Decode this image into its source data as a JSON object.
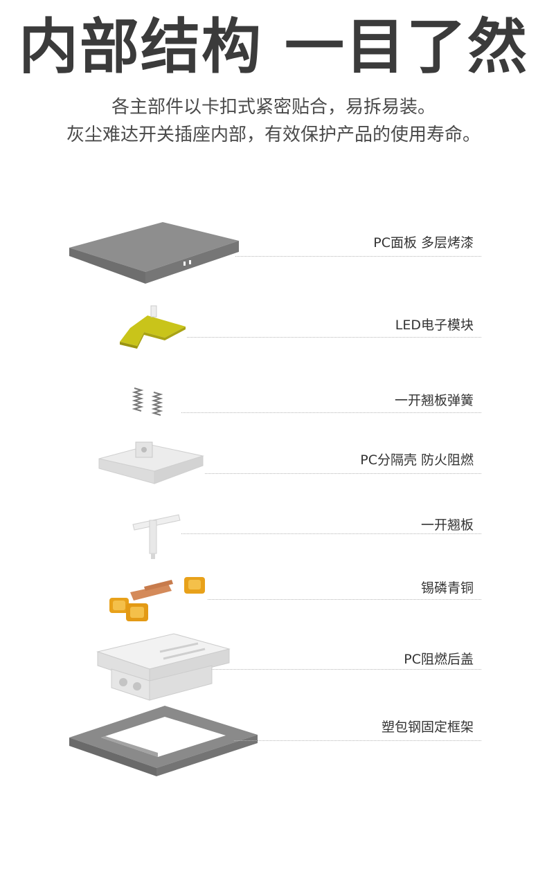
{
  "header": {
    "title": "内部结构 一目了然",
    "subtitle_line1": "各主部件以卡扣式紧密贴合，易拆易装。",
    "subtitle_line2": "灰尘难达开关插座内部，有效保护产品的使用寿命。"
  },
  "components": [
    {
      "label": "PC面板 多层烤漆"
    },
    {
      "label": "LED电子模块"
    },
    {
      "label": "一开翘板弹簧"
    },
    {
      "label": "PC分隔壳 防火阻燃"
    },
    {
      "label": "一开翘板"
    },
    {
      "label": "锡磷青铜"
    },
    {
      "label": "PC阻燃后盖"
    },
    {
      "label": "塑包钢固定框架"
    }
  ],
  "colors": {
    "panel_gray": "#8a8a8a",
    "pcb_yellow": "#c9c41a",
    "copper": "#d48a5a",
    "brass": "#e8a11a",
    "plastic_white": "#eeeeee",
    "frame_gray": "#7d7d7d"
  }
}
